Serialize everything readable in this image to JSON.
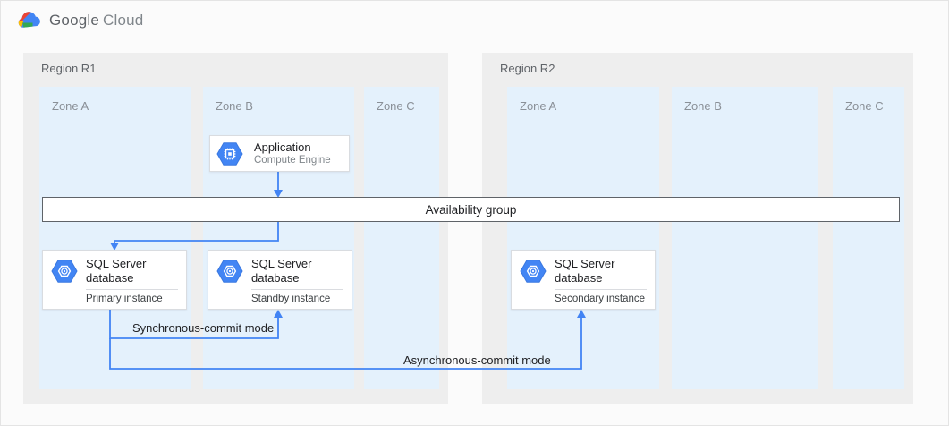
{
  "header": {
    "brand": "Google",
    "product": "Cloud"
  },
  "regions": [
    {
      "label": "Region R1",
      "zones": [
        {
          "label": "Zone A"
        },
        {
          "label": "Zone B"
        },
        {
          "label": "Zone C"
        }
      ]
    },
    {
      "label": "Region R2",
      "zones": [
        {
          "label": "Zone A"
        },
        {
          "label": "Zone B"
        },
        {
          "label": "Zone C"
        }
      ]
    }
  ],
  "availability_group": {
    "label": "Availability group"
  },
  "nodes": {
    "application": {
      "title": "Application",
      "subtitle": "Compute Engine"
    },
    "primary_db": {
      "title": "SQL Server database",
      "subtitle": "Primary instance"
    },
    "standby_db": {
      "title": "SQL Server database",
      "subtitle": "Standby instance"
    },
    "secondary_db": {
      "title": "SQL Server database",
      "subtitle": "Secondary instance"
    }
  },
  "connections": {
    "sync": {
      "label": "Synchronous-commit mode"
    },
    "async": {
      "label": "Asynchronous-commit mode"
    }
  },
  "icons": {
    "logo": "google-cloud-logo-icon",
    "application": "compute-engine-hexagon-icon",
    "database": "database-hexagon-icon"
  },
  "colors": {
    "accent_blue": "#4284f4",
    "hexagon_blue": "#4285f4",
    "zone_fill": "#e4f1fc",
    "region_fill": "#eeeeee",
    "bar_border": "#5f6368",
    "text_dark": "#202124",
    "text_gray": "#80868b",
    "logo_red": "#ea4335",
    "logo_yellow": "#fbbc04",
    "logo_green": "#34a853"
  }
}
